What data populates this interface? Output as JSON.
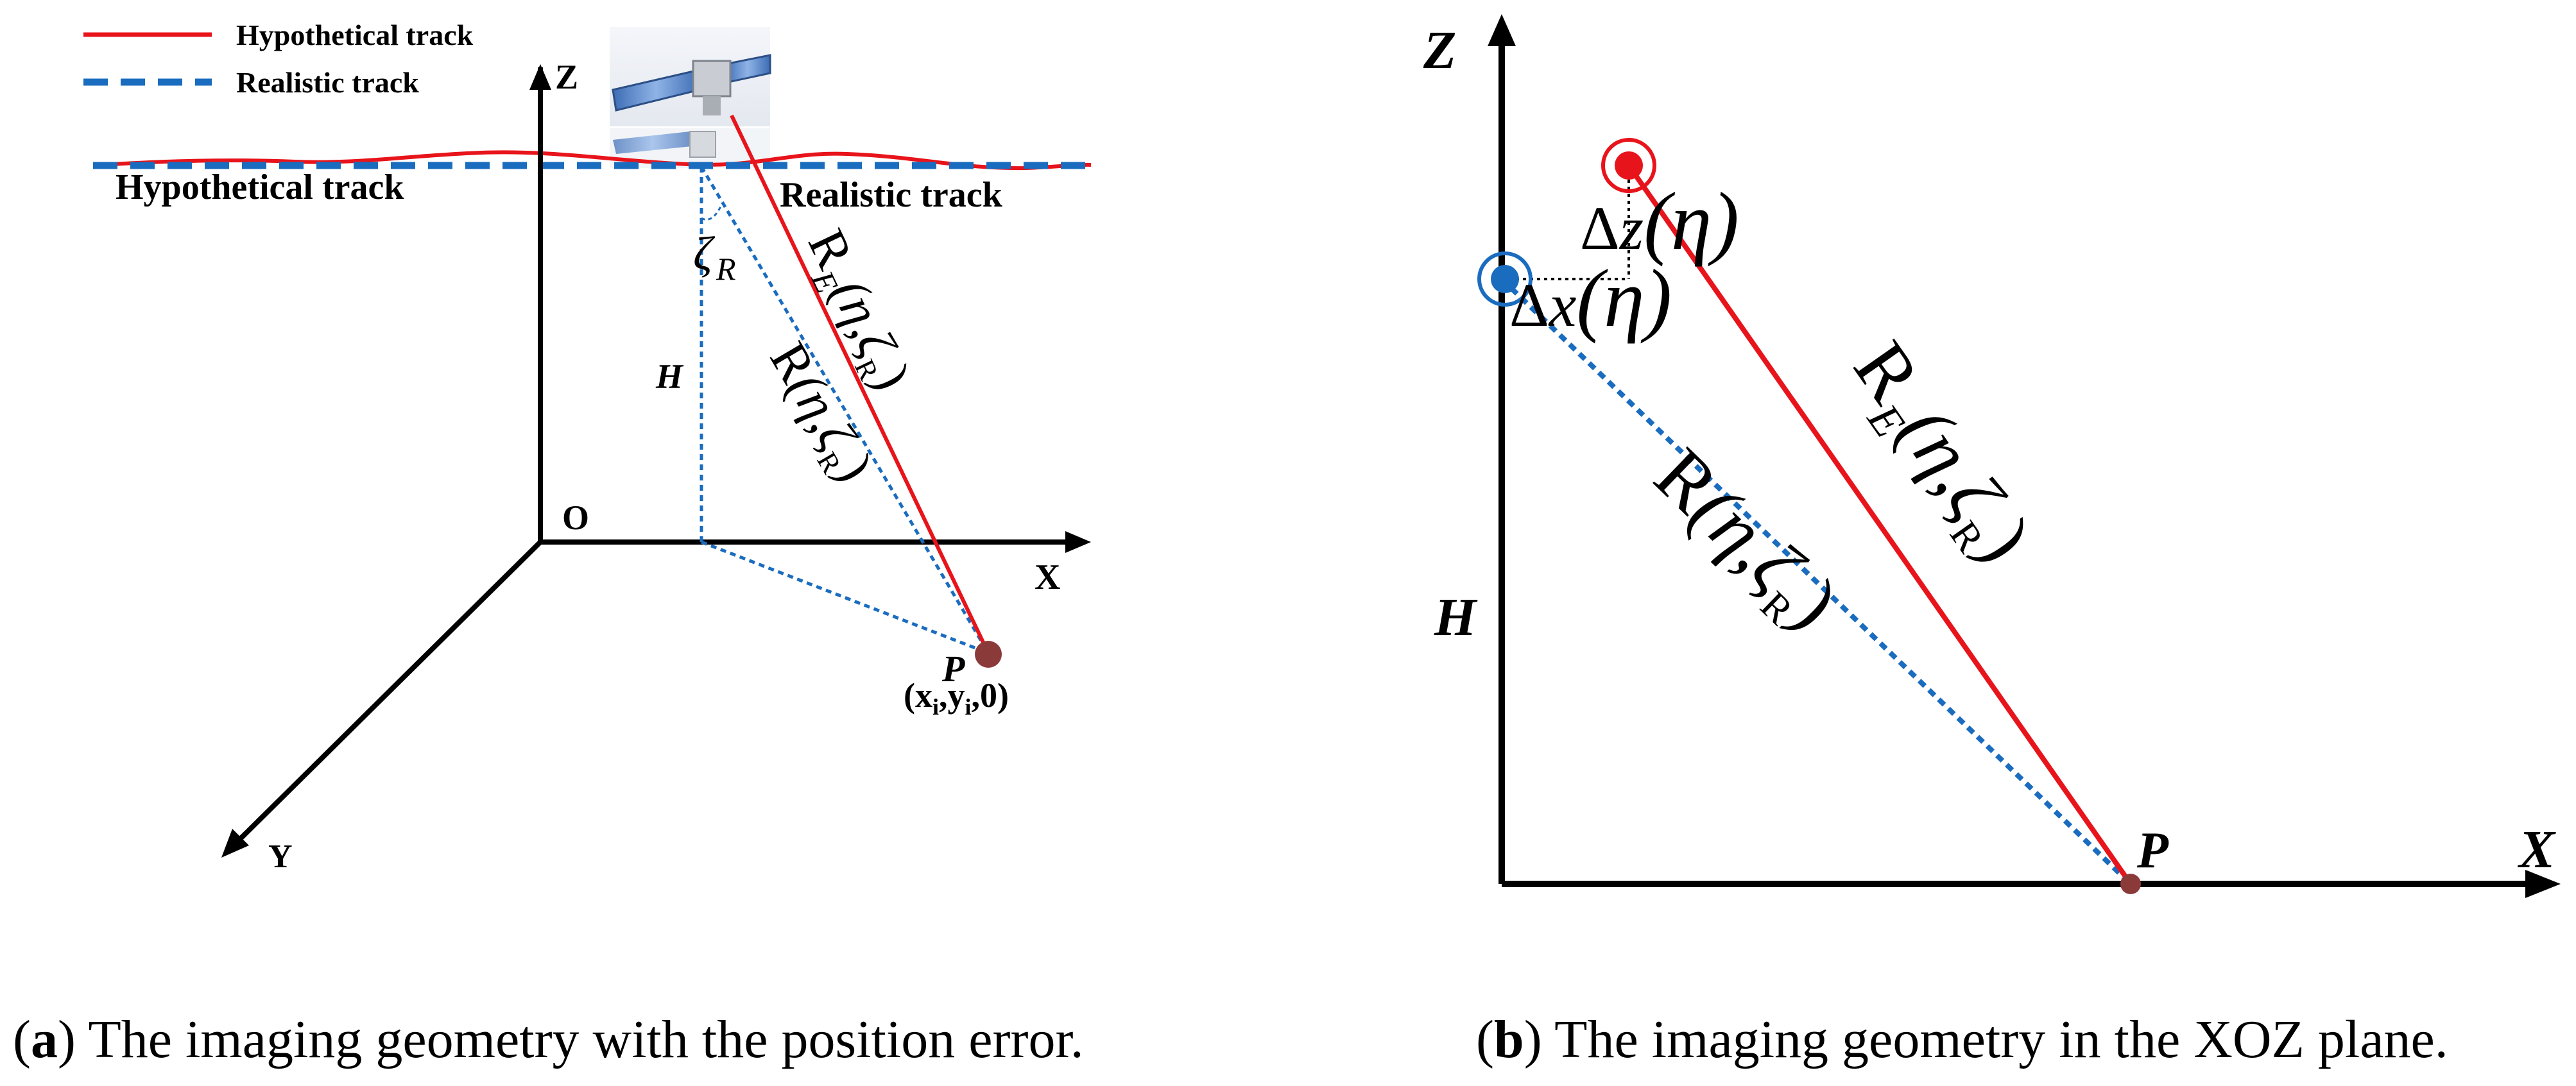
{
  "panel_a": {
    "legend": {
      "hypothetical": "Hypothetical track",
      "realistic": "Realistic track"
    },
    "track_label_left": "Hypothetical track",
    "track_label_right": "Realistic track",
    "axis_z": "Z",
    "axis_x": "X",
    "axis_y": "Y",
    "origin": "O",
    "height": "H",
    "angle_zeta": "ζ",
    "angle_sub": "R",
    "range_errored": {
      "main": "R",
      "sub": "E",
      "args": "(η,ζ",
      "args_sub": "R",
      "close": ")"
    },
    "range_true": {
      "main": "R",
      "args": "(η,ζ",
      "args_sub": "R",
      "close": ")"
    },
    "target": "P",
    "target_coords": {
      "open": "(x",
      "sub1": "i",
      "mid": ",y",
      "sub2": "i",
      "close": ",0)"
    },
    "caption": {
      "letter": "a",
      "text": " The imaging geometry with the position error."
    }
  },
  "panel_b": {
    "axis_z": "Z",
    "axis_x": "X",
    "height": "H",
    "target": "P",
    "delta_z": {
      "delta": "Δ",
      "var": "z",
      "arg": "(η)"
    },
    "delta_x": {
      "delta": "Δ",
      "var": "x",
      "arg": "(η)"
    },
    "range_errored": {
      "main": "R",
      "sub": "E",
      "args": "(η,ζ",
      "args_sub": "R",
      "close": ")"
    },
    "range_true": {
      "main": "R",
      "args": "(η,ζ",
      "args_sub": "R",
      "close": ")"
    },
    "caption": {
      "letter": "b",
      "text": " The imaging geometry in the XOZ plane."
    }
  },
  "colors": {
    "hypothetical": "#e8141b",
    "realistic": "#1a6cbf",
    "target": "#8b3a3a"
  }
}
